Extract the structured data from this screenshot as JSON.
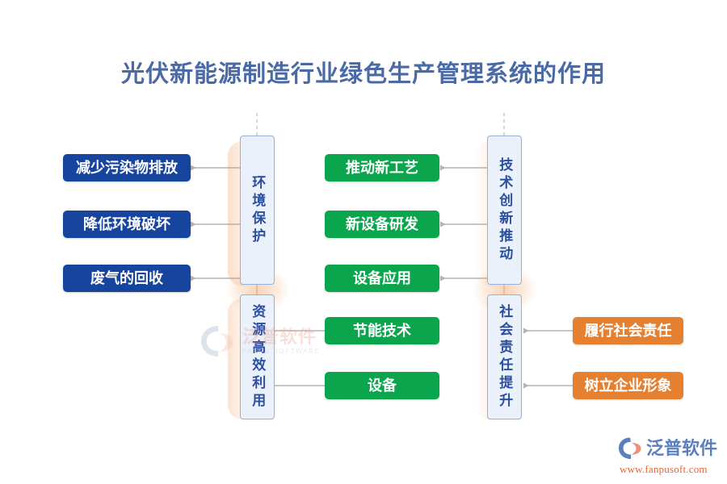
{
  "page": {
    "title": "光伏新能源制造行业绿色生产管理系统的作用",
    "title_color": "#4a6aa5",
    "background": "#ffffff"
  },
  "colors": {
    "blue_node": "#17459e",
    "green_node": "#0aa54c",
    "orange_node": "#e58030",
    "branch_box_fill": "#eaf1fa",
    "branch_box_border": "#93b1db",
    "branch_box_text": "#2b4f9e",
    "connector": "#b4b4b4",
    "dashed_stem": "#c6c6c6",
    "seam_glow": "#f29650"
  },
  "branches": [
    {
      "id": "environment-protection",
      "label": "环境保护",
      "orientation": "vertical",
      "side": "left",
      "leaf_style": "blue",
      "leaves": [
        {
          "id": "reduce-pollutant-emission",
          "label": "减少污染物排放"
        },
        {
          "id": "lower-environmental-damage",
          "label": "降低环境破坏"
        },
        {
          "id": "waste-gas-recovery",
          "label": "废气的回收"
        }
      ]
    },
    {
      "id": "resource-efficient-use",
      "label": "资源高效利用",
      "orientation": "vertical",
      "side": "left",
      "leaf_style": "green",
      "leaves": [
        {
          "id": "energy-saving-technology",
          "label": "节能技术"
        },
        {
          "id": "equipment",
          "label": "设备"
        }
      ]
    },
    {
      "id": "technology-innovation-drive",
      "label": "技术创新推动",
      "orientation": "vertical",
      "side": "right",
      "leaf_style": "green",
      "leaves": [
        {
          "id": "promote-new-process",
          "label": "推动新工艺"
        },
        {
          "id": "new-equipment-rnd",
          "label": "新设备研发"
        },
        {
          "id": "equipment-application",
          "label": "设备应用"
        }
      ]
    },
    {
      "id": "social-responsibility-uplift",
      "label": "社会责任提升",
      "orientation": "vertical",
      "side": "right",
      "leaf_style": "orange",
      "leaves": [
        {
          "id": "fulfill-social-responsibility",
          "label": "履行社会责任"
        },
        {
          "id": "build-corporate-image",
          "label": "树立企业形象"
        }
      ]
    }
  ],
  "nodes": {
    "blue": [
      {
        "label": "减少污染物排放"
      },
      {
        "label": "降低环境破坏"
      },
      {
        "label": "废气的回收"
      }
    ],
    "green_upper": [
      {
        "label": "推动新工艺"
      },
      {
        "label": "新设备研发"
      },
      {
        "label": "设备应用"
      }
    ],
    "green_lower": [
      {
        "label": "节能技术"
      },
      {
        "label": "设备"
      }
    ],
    "orange": [
      {
        "label": "履行社会责任"
      },
      {
        "label": "树立企业形象"
      }
    ],
    "vertical": [
      {
        "label": "环境保护"
      },
      {
        "label": "资源高效利用"
      },
      {
        "label": "技术创新推动"
      },
      {
        "label": "社会责任提升"
      }
    ]
  },
  "watermark": {
    "cn": "泛普软件",
    "en": "FANPU SOFTWARE"
  },
  "logo": {
    "cn": "泛普软件",
    "url": "www.fanpusoft.com"
  }
}
